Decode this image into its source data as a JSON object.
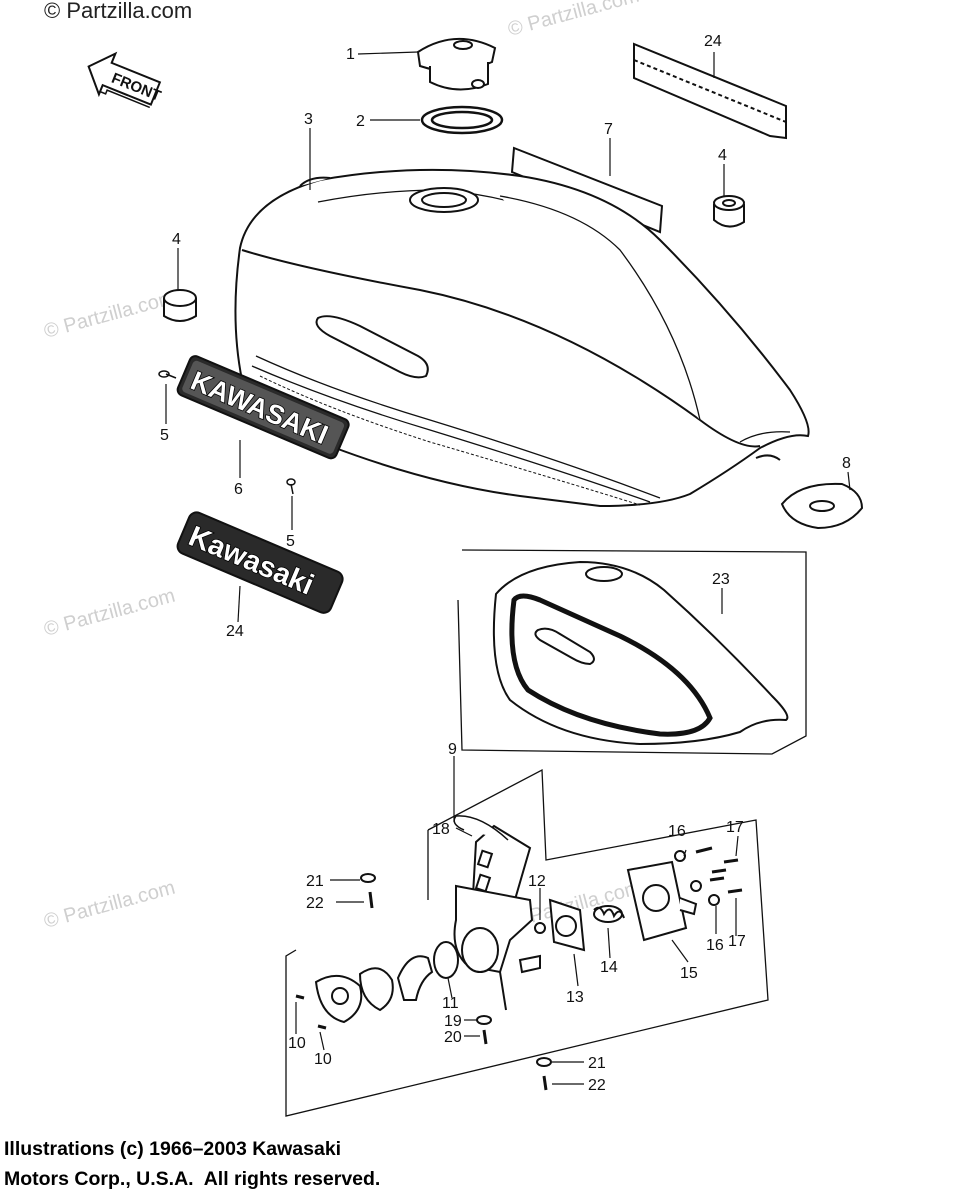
{
  "watermarks": {
    "top_left": "© Partzilla.com",
    "text": "© Partzilla.com"
  },
  "front_arrow": {
    "label": "FRONT"
  },
  "emblems": {
    "upper": "KAWASAKI",
    "lower": "Kawasaki"
  },
  "callouts": {
    "c1": "1",
    "c2": "2",
    "c3": "3",
    "c4a": "4",
    "c4b": "4",
    "c5a": "5",
    "c5b": "5",
    "c6": "6",
    "c7": "7",
    "c8": "8",
    "c9": "9",
    "c10a": "10",
    "c10b": "10",
    "c11": "11",
    "c12": "12",
    "c13": "13",
    "c14": "14",
    "c15": "15",
    "c16a": "16",
    "c16b": "16",
    "c17a": "17",
    "c17b": "17",
    "c18": "18",
    "c19": "19",
    "c20": "20",
    "c21a": "21",
    "c21b": "21",
    "c22a": "22",
    "c22b": "22",
    "c23": "23",
    "c24a": "24",
    "c24b": "24"
  },
  "copyright": {
    "line1": "Illustrations (c) 1966–2003 Kawasaki",
    "line2": "Motors Corp., U.S.A.  All rights reserved."
  }
}
